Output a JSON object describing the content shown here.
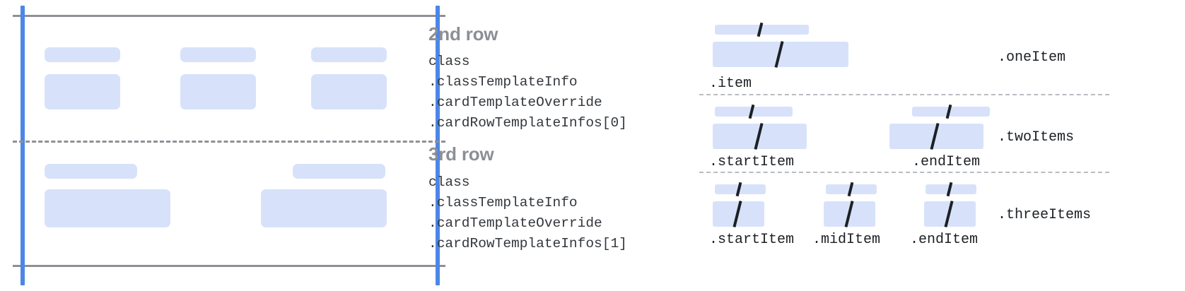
{
  "card_diagram": {
    "guides": {
      "blue_accent": "#4c86e8",
      "rule_color": "#8e9095",
      "placeholder_color": "#d7e2fa"
    },
    "rows": [
      {
        "name": "2nd row",
        "columns": [
          {
            "label_bar": "placeholder-bar",
            "body_block": "placeholder-block"
          },
          {
            "label_bar": "placeholder-bar",
            "body_block": "placeholder-block"
          },
          {
            "label_bar": "placeholder-bar",
            "body_block": "placeholder-block"
          }
        ]
      },
      {
        "name": "3rd row",
        "columns": [
          {
            "label_bar": "placeholder-bar",
            "body_block": "placeholder-block"
          },
          {
            "label_bar": "placeholder-bar",
            "body_block": "placeholder-block"
          }
        ]
      }
    ]
  },
  "text_blocks": [
    {
      "title": "2nd row",
      "lines": "class\n.classTemplateInfo\n.cardTemplateOverride\n.cardRowTemplateInfos[0]"
    },
    {
      "title": "3rd row",
      "lines": "class\n.classTemplateInfo\n.cardTemplateOverride\n.cardRowTemplateInfos[1]"
    }
  ],
  "item_groups": [
    {
      "group_label": ".oneItem",
      "items": [
        {
          "sub_label": ".item"
        }
      ]
    },
    {
      "group_label": ".twoItems",
      "items": [
        {
          "sub_label": ".startItem"
        },
        {
          "sub_label": ".endItem"
        }
      ]
    },
    {
      "group_label": ".threeItems",
      "items": [
        {
          "sub_label": ".startItem"
        },
        {
          "sub_label": ".midItem"
        },
        {
          "sub_label": ".endItem"
        }
      ]
    }
  ]
}
